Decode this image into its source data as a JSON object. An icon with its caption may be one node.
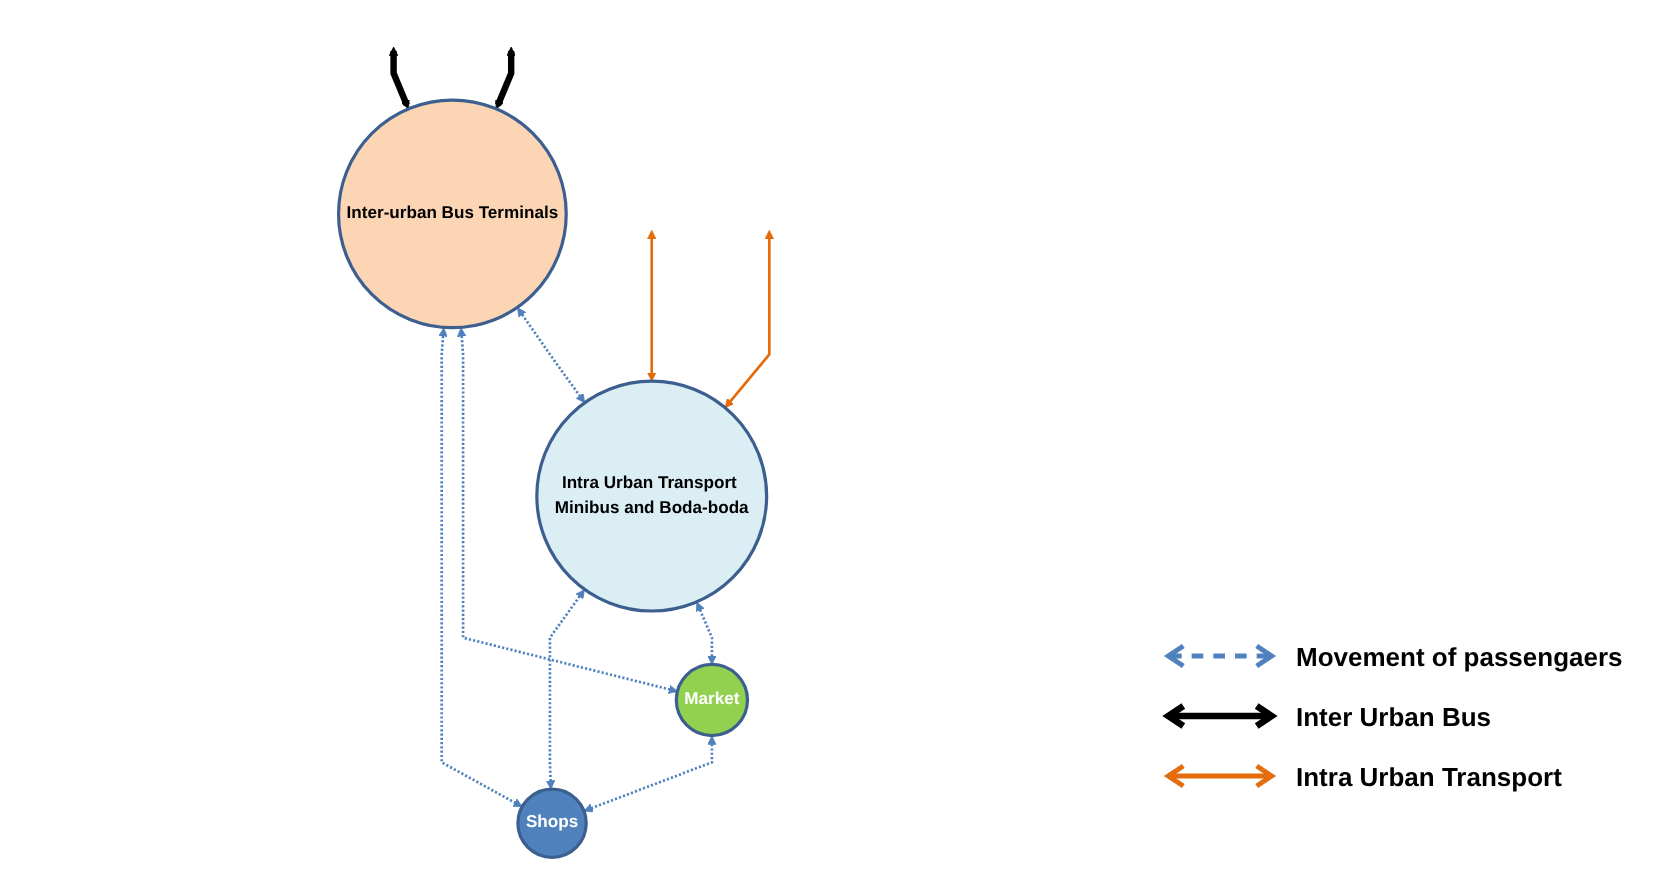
{
  "diagram": {
    "nodes": [
      {
        "text": [
          "Inter-urban Bus Terminals"
        ]
      },
      {
        "text": [
          "Intra Urban Transport Minibus and Boda-boda"
        ]
      },
      {
        "text": [
          "Market"
        ]
      },
      {
        "text": [
          "Shops"
        ]
      }
    ],
    "edges": [
      {
        "from": null,
        "to": 0,
        "arrow": "both",
        "style": "thick",
        "color": "#000000"
      },
      {
        "from": null,
        "to": 0,
        "arrow": "both",
        "style": "thick",
        "color": "#000000"
      },
      {
        "from": null,
        "to": 1,
        "arrow": "both",
        "color": "#e46c0a"
      },
      {
        "from": null,
        "to": 1,
        "arrow": "both",
        "color": "#e46c0a"
      },
      {
        "from": 0,
        "to": 1,
        "arrow": "both",
        "style": "dashed"
      },
      {
        "from": 0,
        "to": 2,
        "arrow": "both",
        "style": "dashed"
      },
      {
        "from": 1,
        "to": 2,
        "arrow": "both",
        "style": "dashed"
      },
      {
        "from": 0,
        "to": 3,
        "arrow": "both",
        "style": "dashed"
      },
      {
        "from": 1,
        "to": 3,
        "arrow": "both",
        "style": "dashed"
      },
      {
        "from": 2,
        "to": 3,
        "arrow": "both",
        "style": "dashed"
      }
    ],
    "legend": [
      {
        "text": "Movement of passengaers"
      },
      {
        "text": "Inter Urban Bus"
      },
      {
        "text": "Intra Urban Transport"
      }
    ]
  }
}
